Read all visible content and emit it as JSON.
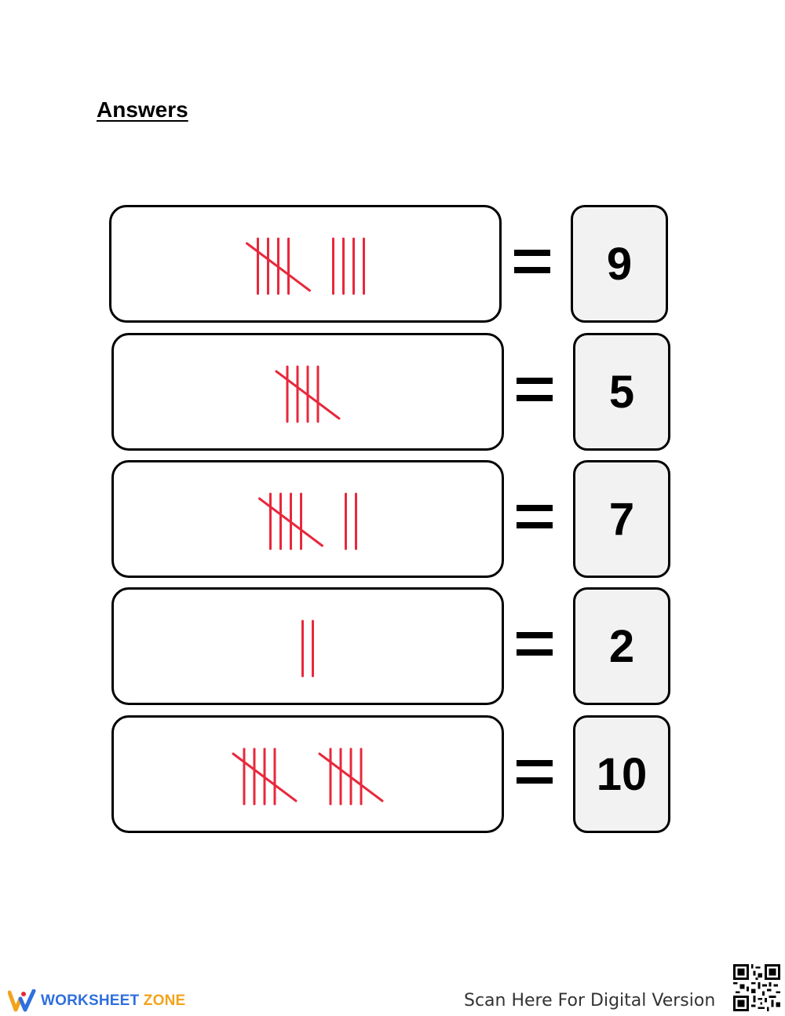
{
  "page": {
    "title": "Answers"
  },
  "rows": [
    {
      "answer": "9",
      "tally_count": 9,
      "equals_sign": "="
    },
    {
      "answer": "5",
      "tally_count": 5,
      "equals_sign": "="
    },
    {
      "answer": "7",
      "tally_count": 7,
      "equals_sign": "="
    },
    {
      "answer": "2",
      "tally_count": 2,
      "equals_sign": "="
    },
    {
      "answer": "10",
      "tally_count": 10,
      "equals_sign": "="
    }
  ],
  "footer": {
    "brand_primary": "WORKSHEET",
    "brand_secondary": "ZONE",
    "scan_text": "Scan Here For Digital Version"
  },
  "colors": {
    "tally": "#e8283c",
    "brand_blue": "#2f6fde",
    "brand_orange": "#f2a31b",
    "answer_bg": "#f2f2f2"
  },
  "icons": [
    "worksheet-zone-logo-icon",
    "qr-code-icon"
  ]
}
